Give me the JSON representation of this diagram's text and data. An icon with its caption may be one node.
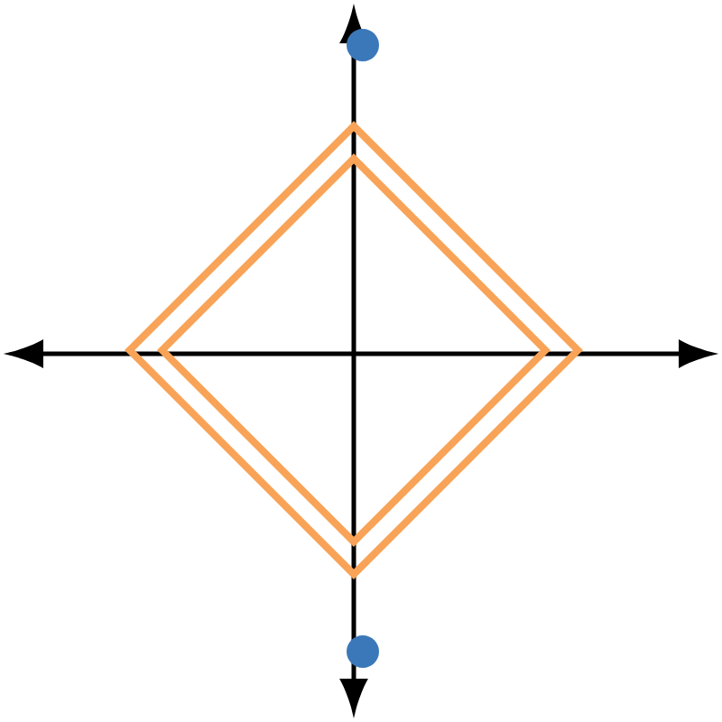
{
  "diagram": {
    "nodes": [
      {
        "text": [],
        "shape": "diamond"
      },
      {
        "text": [],
        "shape": "diamond",
        "in": 0
      },
      {
        "text": [],
        "shape": "circle"
      },
      {
        "text": [],
        "shape": "circle"
      }
    ]
  }
}
